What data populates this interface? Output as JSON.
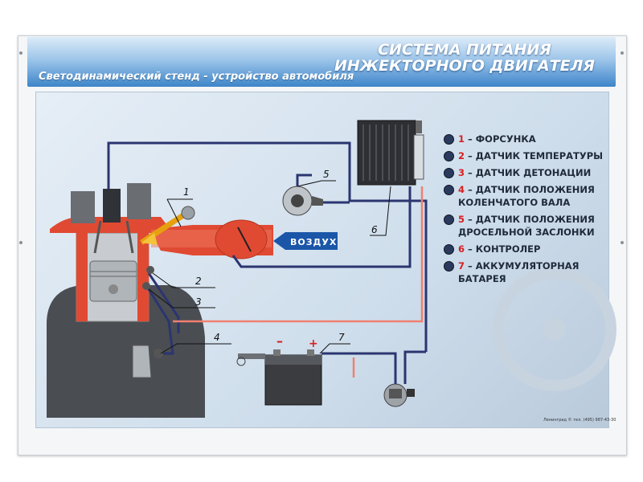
{
  "header": {
    "subtitle": "Светодинамический стенд - устройство автомобиля",
    "title_line1": "СИСТЕМА ПИТАНИЯ",
    "title_line2": "ИНЖЕКТОРНОГО ДВИГАТЕЛЯ"
  },
  "diagram": {
    "callouts": [
      "1",
      "2",
      "3",
      "4",
      "5",
      "6",
      "7"
    ],
    "air_label": "ВОЗДУХ",
    "battery_minus": "–",
    "battery_plus": "+"
  },
  "legend": [
    {
      "num": "1",
      "text": "ФОРСУНКА"
    },
    {
      "num": "2",
      "text": "ДАТЧИК ТЕМПЕРАТУРЫ"
    },
    {
      "num": "3",
      "text": "ДАТЧИК ДЕТОНАЦИИ"
    },
    {
      "num": "4",
      "text": "ДАТЧИК ПОЛОЖЕНИЯ КОЛЕНЧАТОГО ВАЛА"
    },
    {
      "num": "5",
      "text": "ДАТЧИК ПОЛОЖЕНИЯ ДРОСЕЛЬНОЙ ЗАСЛОНКИ"
    },
    {
      "num": "6",
      "text": "КОНТРОЛЕР"
    },
    {
      "num": "7",
      "text": "АККУМУЛЯТОРНАЯ БАТАРЕЯ"
    }
  ],
  "footer": "Ленинград  © тел. (495) 987-43-30",
  "colors": {
    "wire_dark": "#2b3570",
    "wire_red": "#f08070",
    "intake": "#e04a32",
    "header_blue": "#3d85c9"
  }
}
